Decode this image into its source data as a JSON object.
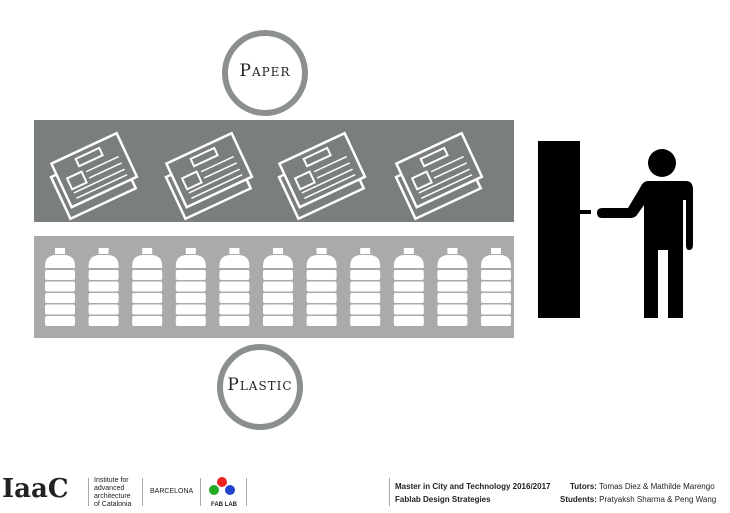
{
  "labels": {
    "paper": "Paper",
    "plastic": "Plastic"
  },
  "counts": {
    "newspapers": 4,
    "bottles": 11
  },
  "colors": {
    "paper_band": "#7b7e7e",
    "plastic_band": "#a9abab",
    "circle": "#8c8f8f",
    "machine": "#000000"
  },
  "footer": {
    "logo": "IaaC",
    "institute": [
      "Institute for",
      "advanced",
      "architecture",
      "of Catalonia"
    ],
    "city": "BARCELONA",
    "fablab": "FAB LAB",
    "course": "Master in City and Technology 2016/2017",
    "module": "Fablab Design Strategies",
    "tutors_label": "Tutors:",
    "tutors": "Tomas Diez & Mathilde Marengo",
    "students_label": "Students:",
    "students": "Pratyaksh Sharma & Peng Wang"
  }
}
